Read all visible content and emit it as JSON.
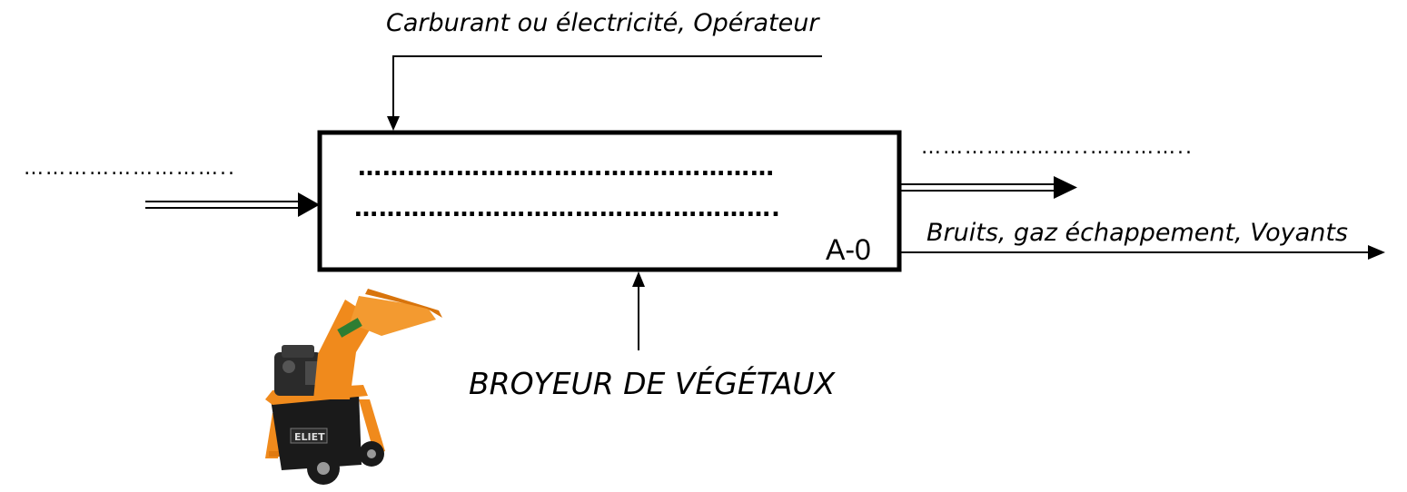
{
  "diagram": {
    "control_label": "Carburant ou électricité, Opérateur",
    "input_placeholder": "………………………..",
    "main_output_placeholder": "…………………..…………..",
    "secondary_output_label": "Bruits, gaz échappement, Voyants",
    "function_line_1": "……………………………………………",
    "function_line_2": "…………………………………………….",
    "node_id": "A-0",
    "mechanism_label": "BROYEUR DE VÉGÉTAUX"
  },
  "image": {
    "brand_text": "ELIET",
    "accent_color": "#f08a1c"
  }
}
